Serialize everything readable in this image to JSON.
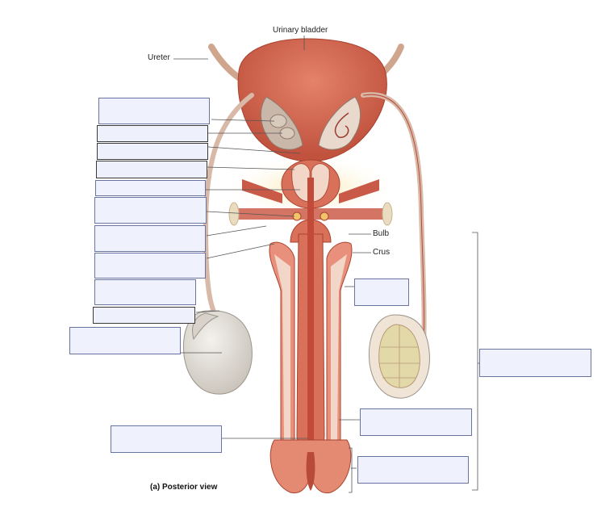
{
  "labels": {
    "urinary_bladder": "Urinary bladder",
    "ureter": "Ureter",
    "bulb": "Bulb",
    "crus": "Crus"
  },
  "caption": "(a) Posterior view",
  "blank_boxes": [
    {
      "id": "b1"
    },
    {
      "id": "b2"
    },
    {
      "id": "b3"
    },
    {
      "id": "b4"
    },
    {
      "id": "b5"
    },
    {
      "id": "b6"
    },
    {
      "id": "b7"
    },
    {
      "id": "b8"
    },
    {
      "id": "b9"
    },
    {
      "id": "b10"
    },
    {
      "id": "b11"
    },
    {
      "id": "b12"
    },
    {
      "id": "b13"
    },
    {
      "id": "b14"
    },
    {
      "id": "b15"
    },
    {
      "id": "b16"
    },
    {
      "id": "b17"
    }
  ],
  "colors": {
    "tissue": "#d9705a",
    "tissue_dark": "#b84a3a",
    "spongy": "#f2d6c8",
    "testis": "#e6e2dc",
    "duct": "#d8b8a6",
    "fat": "#f7d98a"
  }
}
